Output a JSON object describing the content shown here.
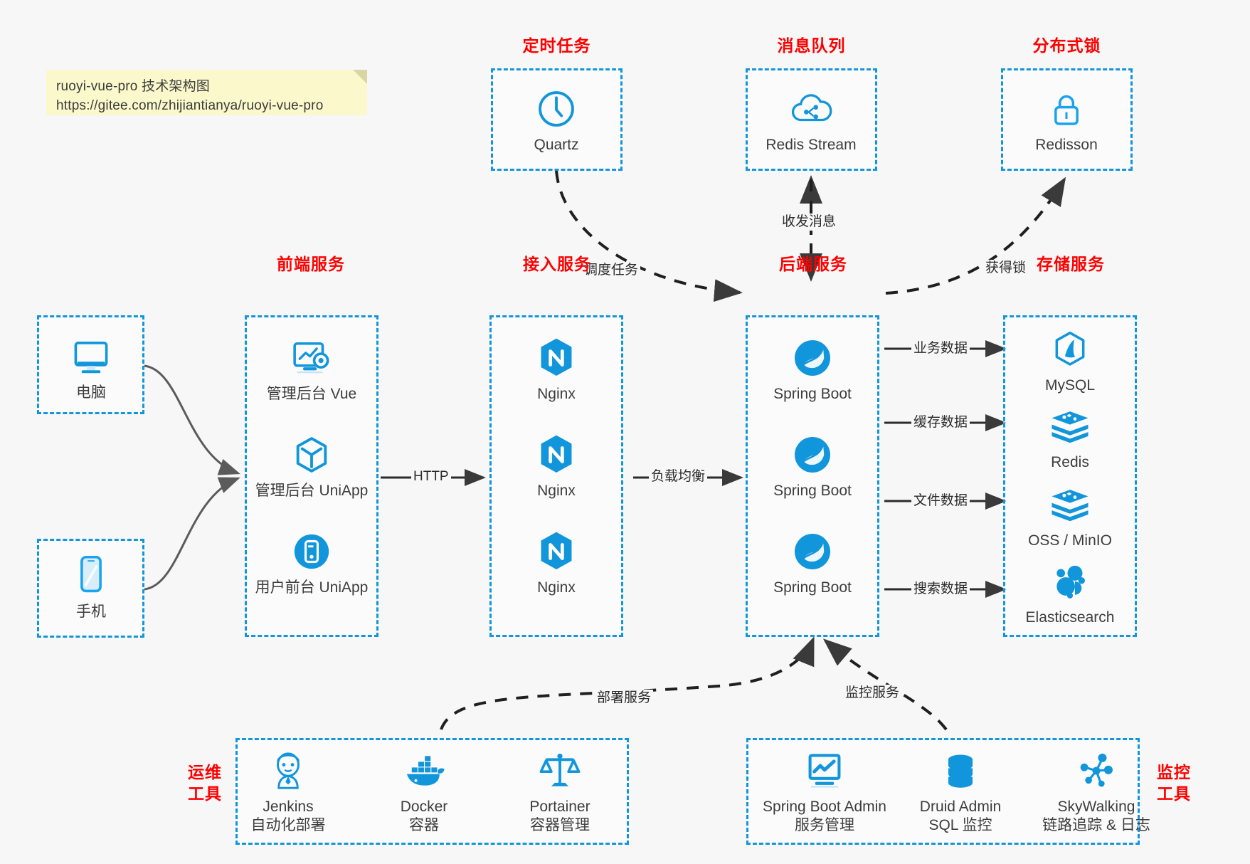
{
  "note": {
    "line1": "ruoyi-vue-pro 技术架构图",
    "line2": "https://gitee.com/zhijiantianya/ruoyi-vue-pro"
  },
  "colors": {
    "accent": "#1296db",
    "title": "#ff0000",
    "text": "#3d3d3d",
    "background": "#f7f7f7",
    "note_bg": "#fbf8cc",
    "wire": "#555555"
  },
  "groups": {
    "scheduler": {
      "title": "定时任务"
    },
    "mq": {
      "title": "消息队列"
    },
    "lock": {
      "title": "分布式锁"
    },
    "frontend": {
      "title": "前端服务"
    },
    "gateway": {
      "title": "接入服务"
    },
    "backend": {
      "title": "后端服务"
    },
    "storage": {
      "title": "存储服务"
    },
    "devops": {
      "title": "运维\n工具",
      "line1": "运维",
      "line2": "工具"
    },
    "monitor": {
      "title": "监控\n工具",
      "line1": "监控",
      "line2": "工具"
    }
  },
  "nodes": {
    "quartz": {
      "label": "Quartz",
      "icon": "clock-icon"
    },
    "redis_stream": {
      "label": "Redis Stream",
      "icon": "cloud-stream-icon"
    },
    "redisson": {
      "label": "Redisson",
      "icon": "lock-icon"
    },
    "computer": {
      "label": "电脑",
      "icon": "desktop-icon"
    },
    "phone": {
      "label": "手机",
      "icon": "mobile-icon"
    },
    "admin_vue": {
      "label": "管理后台 Vue",
      "icon": "dashboard-icon"
    },
    "admin_uniapp": {
      "label": "管理后台 UniApp",
      "icon": "cube-icon"
    },
    "user_uniapp": {
      "label": "用户前台 UniApp",
      "icon": "app-icon"
    },
    "nginx1": {
      "label": "Nginx",
      "icon": "nginx-icon"
    },
    "nginx2": {
      "label": "Nginx",
      "icon": "nginx-icon"
    },
    "nginx3": {
      "label": "Nginx",
      "icon": "nginx-icon"
    },
    "spring1": {
      "label": "Spring Boot",
      "icon": "spring-icon"
    },
    "spring2": {
      "label": "Spring Boot",
      "icon": "spring-icon"
    },
    "spring3": {
      "label": "Spring Boot",
      "icon": "spring-icon"
    },
    "mysql": {
      "label": "MySQL",
      "icon": "mysql-icon"
    },
    "redis": {
      "label": "Redis",
      "icon": "redis-icon"
    },
    "oss": {
      "label": "OSS / MinIO",
      "icon": "redis-icon"
    },
    "elasticsearch": {
      "label": "Elasticsearch",
      "icon": "elasticsearch-icon"
    },
    "jenkins": {
      "label": "Jenkins",
      "sublabel": "自动化部署",
      "icon": "jenkins-icon"
    },
    "docker": {
      "label": "Docker",
      "sublabel": "容器",
      "icon": "docker-icon"
    },
    "portainer": {
      "label": "Portainer",
      "sublabel": "容器管理",
      "icon": "scales-icon"
    },
    "sba": {
      "label": "Spring Boot Admin",
      "sublabel": "服务管理",
      "icon": "monitor-chart-icon"
    },
    "druid": {
      "label": "Druid Admin",
      "sublabel": "SQL 监控",
      "icon": "database-icon"
    },
    "skywalking": {
      "label": "SkyWalking",
      "sublabel": "链路追踪 & 日志",
      "icon": "skywalking-icon"
    }
  },
  "edges": {
    "http": "HTTP",
    "load_balance": "负载均衡",
    "schedule_task": "调度任务",
    "send_recv_message": "收发消息",
    "acquire_lock": "获得锁",
    "business_data": "业务数据",
    "cache_data": "缓存数据",
    "file_data": "文件数据",
    "search_data": "搜索数据",
    "deploy_service": "部署服务",
    "monitor_service": "监控服务"
  }
}
